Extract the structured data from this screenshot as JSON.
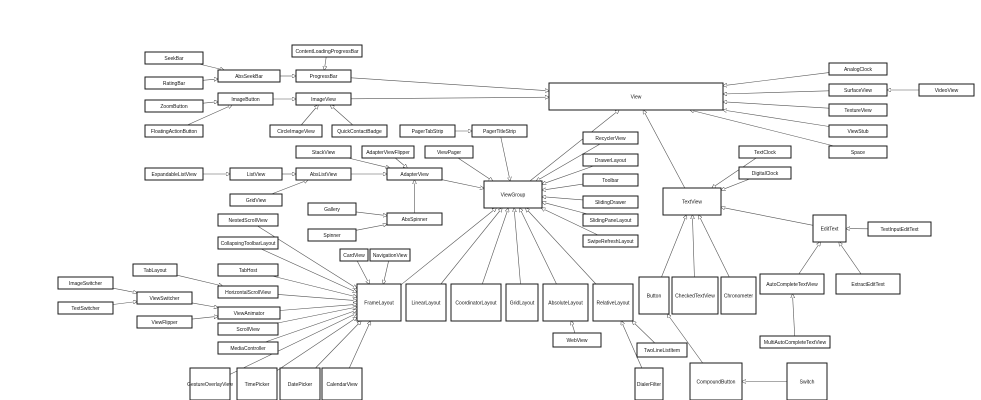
{
  "diagram": {
    "title": "",
    "nodes": [
      {
        "id": "view",
        "label": "View",
        "emphasis": true
      },
      {
        "id": "viewgroup",
        "label": "ViewGroup",
        "emphasis": true
      },
      {
        "id": "textview",
        "label": "TextView",
        "emphasis": true
      },
      {
        "id": "seekbar",
        "label": "SeekBar"
      },
      {
        "id": "ratingbar",
        "label": "RatingBar"
      },
      {
        "id": "abs_seekbar",
        "label": "AbsSeekBar"
      },
      {
        "id": "content_loading",
        "label": "ContentLoadingProgressBar"
      },
      {
        "id": "progressbar",
        "label": "ProgressBar"
      },
      {
        "id": "zoombutton",
        "label": "ZoomButton"
      },
      {
        "id": "fab",
        "label": "FloatingActionButton"
      },
      {
        "id": "imagebutton",
        "label": "ImageButton"
      },
      {
        "id": "imageview",
        "label": "ImageView"
      },
      {
        "id": "circleimage",
        "label": "CircleImageView"
      },
      {
        "id": "quickcontact",
        "label": "QuickContactBadge"
      },
      {
        "id": "pagertabstrip",
        "label": "PagerTabStrip"
      },
      {
        "id": "pagertitlestrip",
        "label": "PagerTitleStrip"
      },
      {
        "id": "analogclock",
        "label": "AnalogClock"
      },
      {
        "id": "surfaceview",
        "label": "SurfaceView"
      },
      {
        "id": "videoview",
        "label": "VideoView"
      },
      {
        "id": "textureview",
        "label": "TextureView"
      },
      {
        "id": "viewstub",
        "label": "ViewStub"
      },
      {
        "id": "space",
        "label": "Space"
      },
      {
        "id": "recyclerview",
        "label": "RecyclerView"
      },
      {
        "id": "drawerlayout",
        "label": "DrawerLayout"
      },
      {
        "id": "toolbar",
        "label": "Toolbar"
      },
      {
        "id": "slidingdrawer",
        "label": "SlidingDrawer"
      },
      {
        "id": "slidingpane",
        "label": "SlidingPaneLayout"
      },
      {
        "id": "swiperefresh",
        "label": "SwipeRefreshLayout"
      },
      {
        "id": "stackview",
        "label": "StackView"
      },
      {
        "id": "adapterviewflipper",
        "label": "AdapterViewFlipper"
      },
      {
        "id": "viewpager",
        "label": "ViewPager"
      },
      {
        "id": "expandablelist",
        "label": "ExpandableListView"
      },
      {
        "id": "listview",
        "label": "ListView"
      },
      {
        "id": "abslistview",
        "label": "AbsListView"
      },
      {
        "id": "adapterview",
        "label": "AdapterView"
      },
      {
        "id": "gridview",
        "label": "GridView"
      },
      {
        "id": "gallery",
        "label": "Gallery"
      },
      {
        "id": "absspinner",
        "label": "AbsSpinner"
      },
      {
        "id": "spinner",
        "label": "Spinner"
      },
      {
        "id": "nestedscroll",
        "label": "NestedScrollView"
      },
      {
        "id": "collapsingtoolbar",
        "label": "CollapsingToolbarLayout"
      },
      {
        "id": "cardview",
        "label": "CardView"
      },
      {
        "id": "navigationview",
        "label": "NavigationView"
      },
      {
        "id": "tablayout",
        "label": "TabLayout"
      },
      {
        "id": "tabhost",
        "label": "TabHost"
      },
      {
        "id": "imageswitcher",
        "label": "ImageSwitcher"
      },
      {
        "id": "textswitcher",
        "label": "TextSwitcher"
      },
      {
        "id": "viewswitcher",
        "label": "ViewSwitcher"
      },
      {
        "id": "hscrollview",
        "label": "HorizontalScrollView"
      },
      {
        "id": "viewflipper",
        "label": "ViewFlipper"
      },
      {
        "id": "viewanimator",
        "label": "ViewAnimator"
      },
      {
        "id": "scrollview",
        "label": "ScrollView"
      },
      {
        "id": "mediacontroller",
        "label": "MediaController"
      },
      {
        "id": "framelayout",
        "label": "FrameLayout"
      },
      {
        "id": "linearlayout",
        "label": "LinearLayout"
      },
      {
        "id": "coordinatorlayout",
        "label": "CoordinatorLayout"
      },
      {
        "id": "gridlayout",
        "label": "GridLayout"
      },
      {
        "id": "absolutelayout",
        "label": "AbsoluteLayout"
      },
      {
        "id": "relativelayout",
        "label": "RelativeLayout"
      },
      {
        "id": "webview",
        "label": "WebView"
      },
      {
        "id": "textclock",
        "label": "TextClock"
      },
      {
        "id": "digitalclock",
        "label": "DigitalClock"
      },
      {
        "id": "edittext",
        "label": "EditText"
      },
      {
        "id": "textinputedittext",
        "label": "TextInputEditText"
      },
      {
        "id": "button",
        "label": "Button"
      },
      {
        "id": "checkedtextview",
        "label": "CheckedTextView"
      },
      {
        "id": "chronometer",
        "label": "Chronometer"
      },
      {
        "id": "autocomplete",
        "label": "AutoCompleteTextView"
      },
      {
        "id": "extractedittext",
        "label": "ExtractEditText"
      },
      {
        "id": "multiautocomplete",
        "label": "MultiAutoCompleteTextView"
      },
      {
        "id": "twolinelistitem",
        "label": "TwoLineListItem"
      },
      {
        "id": "dialerfilter",
        "label": "DialerFilter"
      },
      {
        "id": "compoundbutton",
        "label": "CompoundButton"
      },
      {
        "id": "switch",
        "label": "Switch"
      },
      {
        "id": "gestureoverlay",
        "label": "GestureOverlayView"
      },
      {
        "id": "timepicker",
        "label": "TimePicker"
      },
      {
        "id": "datepicker",
        "label": "DatePicker"
      },
      {
        "id": "calendarview",
        "label": "CalendarView"
      }
    ],
    "edges": [
      {
        "from": "seekbar",
        "to": "abs_seekbar"
      },
      {
        "from": "ratingbar",
        "to": "abs_seekbar"
      },
      {
        "from": "abs_seekbar",
        "to": "progressbar"
      },
      {
        "from": "content_loading",
        "to": "progressbar"
      },
      {
        "from": "progressbar",
        "to": "view"
      },
      {
        "from": "zoombutton",
        "to": "imagebutton"
      },
      {
        "from": "fab",
        "to": "imagebutton"
      },
      {
        "from": "imagebutton",
        "to": "imageview"
      },
      {
        "from": "circleimage",
        "to": "imageview"
      },
      {
        "from": "quickcontact",
        "to": "imageview"
      },
      {
        "from": "imageview",
        "to": "view"
      },
      {
        "from": "pagertabstrip",
        "to": "pagertitlestrip"
      },
      {
        "from": "pagertitlestrip",
        "to": "viewgroup"
      },
      {
        "from": "analogclock",
        "to": "view"
      },
      {
        "from": "surfaceview",
        "to": "view"
      },
      {
        "from": "videoview",
        "to": "surfaceview"
      },
      {
        "from": "textureview",
        "to": "view"
      },
      {
        "from": "viewstub",
        "to": "view"
      },
      {
        "from": "space",
        "to": "view"
      },
      {
        "from": "textview",
        "to": "view"
      },
      {
        "from": "viewgroup",
        "to": "view"
      },
      {
        "from": "recyclerview",
        "to": "viewgroup"
      },
      {
        "from": "drawerlayout",
        "to": "viewgroup"
      },
      {
        "from": "toolbar",
        "to": "viewgroup"
      },
      {
        "from": "slidingdrawer",
        "to": "viewgroup"
      },
      {
        "from": "slidingpane",
        "to": "viewgroup"
      },
      {
        "from": "swiperefresh",
        "to": "viewgroup"
      },
      {
        "from": "stackview",
        "to": "adapterview"
      },
      {
        "from": "adapterviewflipper",
        "to": "adapterview"
      },
      {
        "from": "viewpager",
        "to": "viewgroup"
      },
      {
        "from": "expandablelist",
        "to": "listview"
      },
      {
        "from": "listview",
        "to": "abslistview"
      },
      {
        "from": "gridview",
        "to": "abslistview"
      },
      {
        "from": "abslistview",
        "to": "adapterview"
      },
      {
        "from": "adapterview",
        "to": "viewgroup"
      },
      {
        "from": "gallery",
        "to": "absspinner"
      },
      {
        "from": "spinner",
        "to": "absspinner"
      },
      {
        "from": "absspinner",
        "to": "adapterview"
      },
      {
        "from": "nestedscroll",
        "to": "framelayout"
      },
      {
        "from": "collapsingtoolbar",
        "to": "framelayout"
      },
      {
        "from": "cardview",
        "to": "framelayout"
      },
      {
        "from": "navigationview",
        "to": "framelayout"
      },
      {
        "from": "tabhost",
        "to": "framelayout"
      },
      {
        "from": "hscrollview",
        "to": "framelayout"
      },
      {
        "from": "viewanimator",
        "to": "framelayout"
      },
      {
        "from": "scrollview",
        "to": "framelayout"
      },
      {
        "from": "mediacontroller",
        "to": "framelayout"
      },
      {
        "from": "tablayout",
        "to": "hscrollview"
      },
      {
        "from": "imageswitcher",
        "to": "viewswitcher"
      },
      {
        "from": "textswitcher",
        "to": "viewswitcher"
      },
      {
        "from": "viewswitcher",
        "to": "viewanimator"
      },
      {
        "from": "viewflipper",
        "to": "viewanimator"
      },
      {
        "from": "gestureoverlay",
        "to": "framelayout"
      },
      {
        "from": "timepicker",
        "to": "framelayout"
      },
      {
        "from": "datepicker",
        "to": "framelayout"
      },
      {
        "from": "calendarview",
        "to": "framelayout"
      },
      {
        "from": "framelayout",
        "to": "viewgroup"
      },
      {
        "from": "linearlayout",
        "to": "viewgroup"
      },
      {
        "from": "coordinatorlayout",
        "to": "viewgroup"
      },
      {
        "from": "gridlayout",
        "to": "viewgroup"
      },
      {
        "from": "absolutelayout",
        "to": "viewgroup"
      },
      {
        "from": "relativelayout",
        "to": "viewgroup"
      },
      {
        "from": "webview",
        "to": "absolutelayout"
      },
      {
        "from": "twolinelistitem",
        "to": "relativelayout"
      },
      {
        "from": "dialerfilter",
        "to": "relativelayout"
      },
      {
        "from": "textclock",
        "to": "textview"
      },
      {
        "from": "digitalclock",
        "to": "textview"
      },
      {
        "from": "edittext",
        "to": "textview"
      },
      {
        "from": "textinputedittext",
        "to": "edittext"
      },
      {
        "from": "autocomplete",
        "to": "edittext"
      },
      {
        "from": "extractedittext",
        "to": "edittext"
      },
      {
        "from": "multiautocomplete",
        "to": "autocomplete"
      },
      {
        "from": "button",
        "to": "textview"
      },
      {
        "from": "checkedtextview",
        "to": "textview"
      },
      {
        "from": "chronometer",
        "to": "textview"
      },
      {
        "from": "compoundbutton",
        "to": "button"
      },
      {
        "from": "switch",
        "to": "compoundbutton"
      }
    ]
  }
}
